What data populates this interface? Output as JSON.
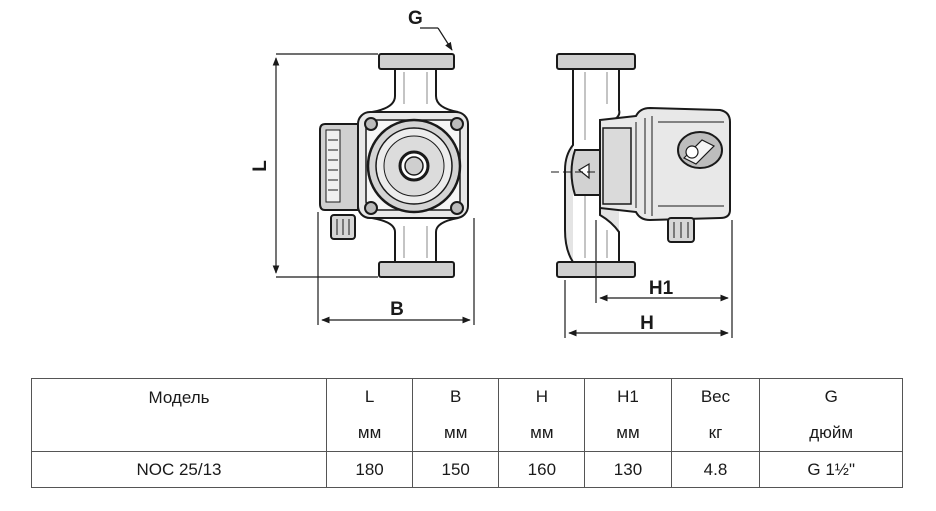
{
  "diagram": {
    "labels": {
      "g": "G",
      "l": "L",
      "b": "B",
      "h1": "H1",
      "h": "H"
    }
  },
  "table": {
    "model_header": "Модель",
    "columns": [
      {
        "name": "L",
        "unit": "мм"
      },
      {
        "name": "B",
        "unit": "мм"
      },
      {
        "name": "H",
        "unit": "мм"
      },
      {
        "name": "H1",
        "unit": "мм"
      },
      {
        "name": "Вес",
        "unit": "кг"
      },
      {
        "name": "G",
        "unit": "дюйм"
      }
    ],
    "rows": [
      {
        "model": "NOC 25/13",
        "values": [
          "180",
          "150",
          "160",
          "130",
          "4.8",
          "G 1½\""
        ]
      }
    ]
  }
}
